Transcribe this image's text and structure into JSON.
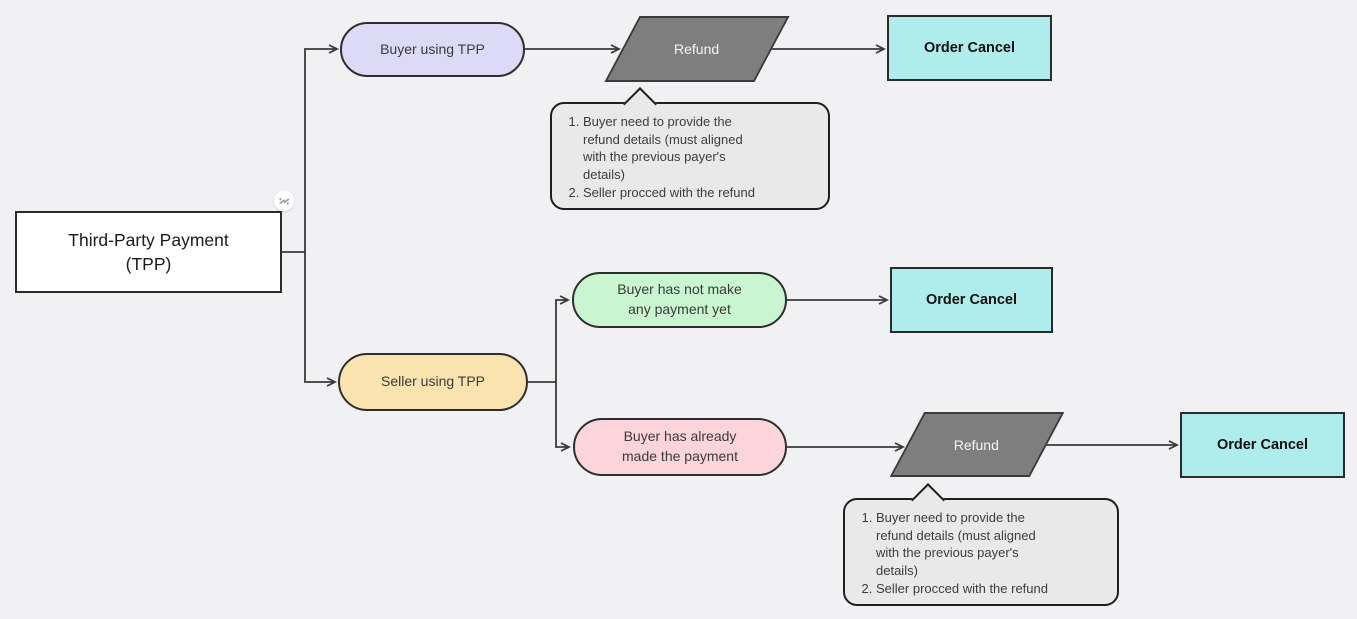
{
  "diagram_title": "Third-Party Payment (TPP) flowchart",
  "nodes": {
    "root": {
      "lines": [
        "Third-Party Payment",
        "(TPP)"
      ],
      "shape": "rectangle"
    },
    "buyer_tpp": {
      "label": "Buyer using TPP",
      "shape": "pill"
    },
    "seller_tpp": {
      "label": "Seller using TPP",
      "shape": "pill"
    },
    "no_payment": {
      "lines": [
        "Buyer has not make",
        "any payment yet"
      ],
      "shape": "pill"
    },
    "paid": {
      "lines": [
        "Buyer has already",
        "made the payment"
      ],
      "shape": "pill"
    },
    "refund_1": {
      "label": "Refund",
      "shape": "parallelogram"
    },
    "refund_2": {
      "label": "Refund",
      "shape": "parallelogram"
    },
    "cancel_1": {
      "label": "Order Cancel",
      "shape": "rectangle"
    },
    "cancel_2": {
      "label": "Order Cancel",
      "shape": "rectangle"
    },
    "cancel_3": {
      "label": "Order Cancel",
      "shape": "rectangle"
    }
  },
  "notes": {
    "refund_steps_1": {
      "items": [
        "Buyer need to provide the\nrefund details (must aligned\nwith the previous payer's\ndetails)",
        "Seller procced with the refund"
      ]
    },
    "refund_steps_2": {
      "items": [
        "Buyer need to provide the\nrefund details (must aligned\nwith the previous payer's\ndetails)",
        "Seller procced with the refund"
      ]
    }
  },
  "icons": {
    "badge": "shuffle-icon"
  },
  "colors": {
    "background": "#F1F1F4",
    "root_fill": "#FFFFFF",
    "buyer_tpp_fill": "#DDDAF8",
    "seller_tpp_fill": "#FBE3AF",
    "no_payment_fill": "#C9F6D0",
    "paid_fill": "#FCD4DC",
    "refund_fill": "#7E7E7E",
    "order_cancel_fill": "#AEEDEB",
    "note_fill": "#E9E9E9",
    "connector": "#3A3A3A"
  }
}
